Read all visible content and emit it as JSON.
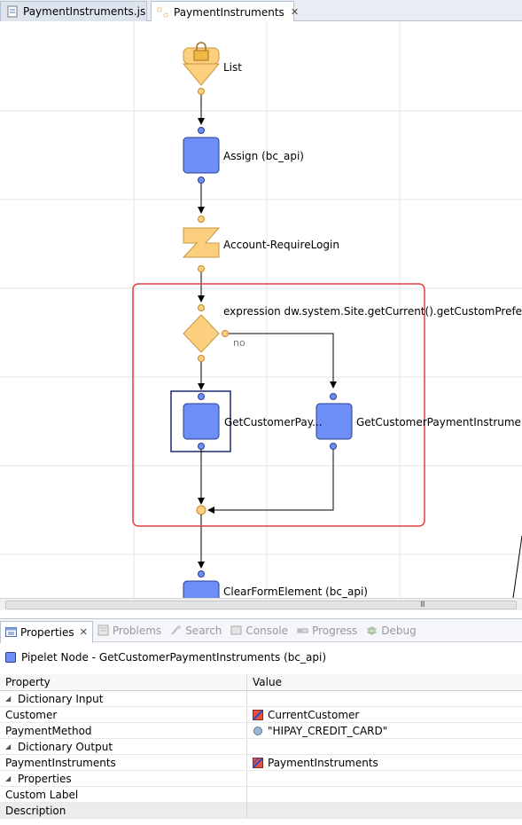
{
  "editor_tabs": [
    {
      "label": "PaymentInstruments.js"
    },
    {
      "label": "PaymentInstruments"
    }
  ],
  "pipeline": {
    "start_label": "List",
    "assign_label": "Assign (bc_api)",
    "call_label": "Account-RequireLogin",
    "decision_label": "expression dw.system.Site.getCurrent().getCustomPreferenceVal",
    "decision_no_label": "no",
    "pipelet_left_label": "GetCustomerPay...",
    "pipelet_right_label": "GetCustomerPaymentInstruments (",
    "clear_label": "ClearFormElement (bc_api)"
  },
  "colors": {
    "node_blue": "#6e8ef7",
    "node_orange": "#fbcf7e",
    "highlight_red": "#e04040",
    "grid": "#e6e6e6"
  },
  "views": {
    "tabs": [
      {
        "label": "Properties",
        "icon": "properties-icon"
      },
      {
        "label": "Problems",
        "icon": "problems-icon"
      },
      {
        "label": "Search",
        "icon": "search-icon"
      },
      {
        "label": "Console",
        "icon": "console-icon"
      },
      {
        "label": "Progress",
        "icon": "progress-icon"
      },
      {
        "label": "Debug",
        "icon": "debug-icon"
      }
    ]
  },
  "properties": {
    "title": "Pipelet Node - GetCustomerPaymentInstruments (bc_api)",
    "col_property": "Property",
    "col_value": "Value",
    "rows": [
      {
        "label": "Dictionary Input",
        "value": ""
      },
      {
        "label": "Customer",
        "value": "CurrentCustomer"
      },
      {
        "label": "PaymentMethod",
        "value": "\"HIPAY_CREDIT_CARD\""
      },
      {
        "label": "Dictionary Output",
        "value": ""
      },
      {
        "label": "PaymentInstruments",
        "value": "PaymentInstruments"
      },
      {
        "label": "Properties",
        "value": ""
      },
      {
        "label": "Custom Label",
        "value": ""
      },
      {
        "label": "Description",
        "value": ""
      }
    ]
  }
}
